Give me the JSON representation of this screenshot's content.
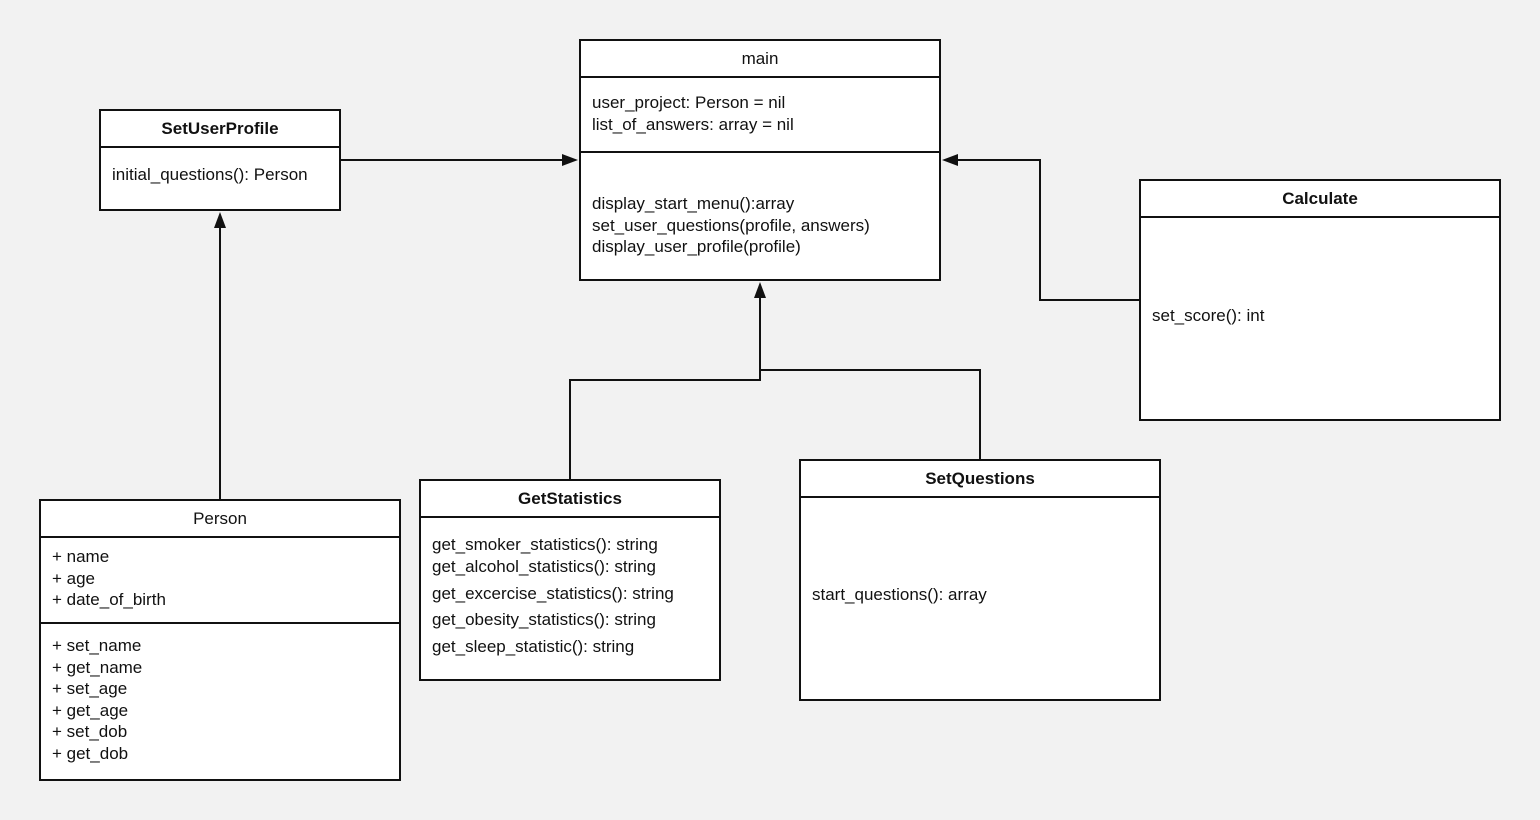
{
  "classes": {
    "main": {
      "name": "main",
      "attributes": [
        "user_project: Person = nil",
        "list_of_answers: array = nil"
      ],
      "operations": [
        "display_start_menu():array",
        "set_user_questions(profile, answers)",
        "display_user_profile(profile)"
      ]
    },
    "set_user_profile": {
      "name": "SetUserProfile",
      "operations": [
        "initial_questions(): Person"
      ]
    },
    "calculate": {
      "name": "Calculate",
      "operations": [
        "set_score(): int"
      ]
    },
    "person": {
      "name": "Person",
      "attributes": [
        "+ name",
        "+ age",
        "+ date_of_birth"
      ],
      "operations": [
        "+ set_name",
        "+ get_name",
        "+ set_age",
        "+ get_age",
        "+ set_dob",
        "+ get_dob"
      ]
    },
    "get_statistics": {
      "name": "GetStatistics",
      "operations": [
        "get_smoker_statistics(): string",
        "get_alcohol_statistics(): string",
        "get_excercise_statistics(): string",
        "get_obesity_statistics(): string",
        "get_sleep_statistic(): string"
      ]
    },
    "set_questions": {
      "name": "SetQuestions",
      "operations": [
        "start_questions(): array"
      ]
    }
  }
}
